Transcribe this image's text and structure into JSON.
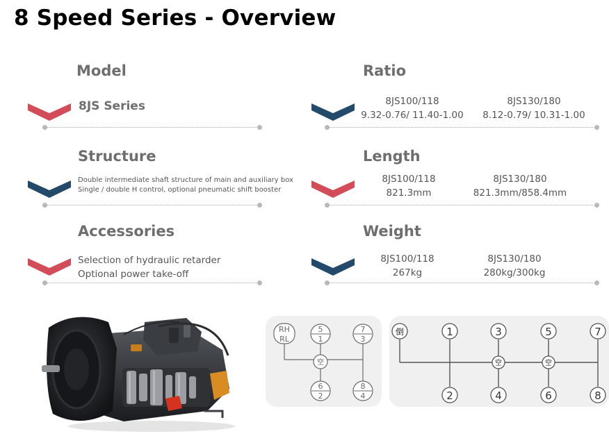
{
  "page": {
    "title": "8 Speed Series - Overview"
  },
  "colors": {
    "red": "#d24c5a",
    "navy": "#234a6a",
    "heading": "#6e6e6e",
    "text": "#555555"
  },
  "model": {
    "heading": "Model",
    "value": "8JS Series"
  },
  "structure": {
    "heading": "Structure",
    "lines": [
      "Double intermediate shaft structure of main and auxiliary box",
      "Single / double H control, optional pneumatic shift booster"
    ]
  },
  "accessories": {
    "heading": "Accessories",
    "lines": [
      "Selection of hydraulic retarder",
      "Optional power take-off"
    ]
  },
  "ratio": {
    "heading": "Ratio",
    "cols": [
      {
        "name": "8JS100/118",
        "value": "9.32-0.76/ 11.40-1.00"
      },
      {
        "name": "8JS130/180",
        "value": "8.12-0.79/ 10.31-1.00"
      }
    ]
  },
  "length": {
    "heading": "Length",
    "cols": [
      {
        "name": "8JS100/118",
        "value": "821.3mm"
      },
      {
        "name": "8JS130/180",
        "value": "821.3mm/858.4mm"
      }
    ]
  },
  "weight": {
    "heading": "Weight",
    "cols": [
      {
        "name": "8JS100/118",
        "value": "267kg"
      },
      {
        "name": "8JS130/180",
        "value": "280kg/300kg"
      }
    ]
  },
  "shift1": {
    "range_top": "RH",
    "range_bottom": "RL",
    "neutral": "空",
    "gears": [
      {
        "top": "5",
        "bottom": "1"
      },
      {
        "top": "7",
        "bottom": "3"
      },
      {
        "top": "6",
        "bottom": "2"
      },
      {
        "top": "8",
        "bottom": "4"
      }
    ]
  },
  "shift2": {
    "side": "倒",
    "neutral": "空",
    "top": [
      "1",
      "3",
      "5",
      "7"
    ],
    "bottom": [
      "2",
      "4",
      "6",
      "8"
    ]
  }
}
